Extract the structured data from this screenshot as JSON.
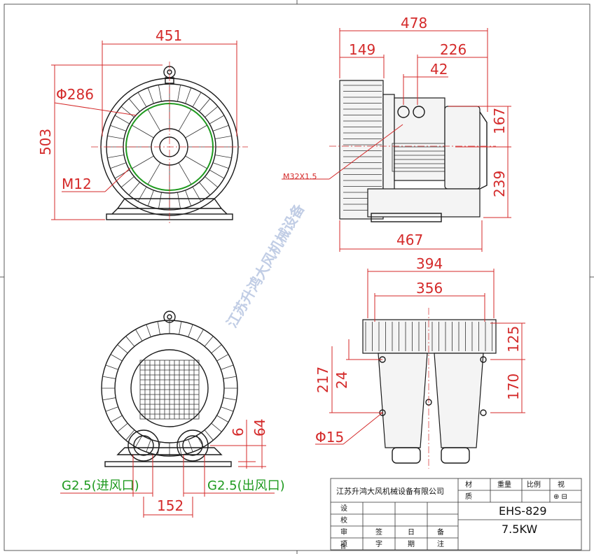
{
  "dimensions": {
    "front_width": "451",
    "front_height": "503",
    "diameter": "Φ286",
    "bolt": "M12",
    "side_total": "478",
    "side_left": "149",
    "side_right": "226",
    "side_small": "42",
    "side_upper": "167",
    "side_lower": "239",
    "side_base": "467",
    "thread": "M32X1.5",
    "bottom_total": "394",
    "bottom_inner": "356",
    "bottom_125": "125",
    "bottom_217": "217",
    "bottom_24": "24",
    "bottom_170": "170",
    "hole": "Φ15",
    "rear_6": "6",
    "rear_64": "64",
    "rear_152": "152",
    "inlet": "G2.5(进风口)",
    "outlet": "G2.5(出风口)"
  },
  "watermark": "江苏升鸿大风机械设备",
  "title_block": {
    "company": "江苏升鸿大风机械设备有限公司",
    "material_1": "材",
    "material_2": "质",
    "weight": "重量",
    "scale": "比例",
    "view": "视",
    "view_icon": "⊕ ⊟",
    "design": "设",
    "proof": "校",
    "audit": "审",
    "item": "项",
    "row_mu": "目",
    "row_sign": "签",
    "row_zi": "字",
    "row_date": "日",
    "row_qi": "期",
    "row_bei": "备",
    "row_zhu": "注",
    "model": "EHS-829",
    "power": "7.5KW"
  }
}
